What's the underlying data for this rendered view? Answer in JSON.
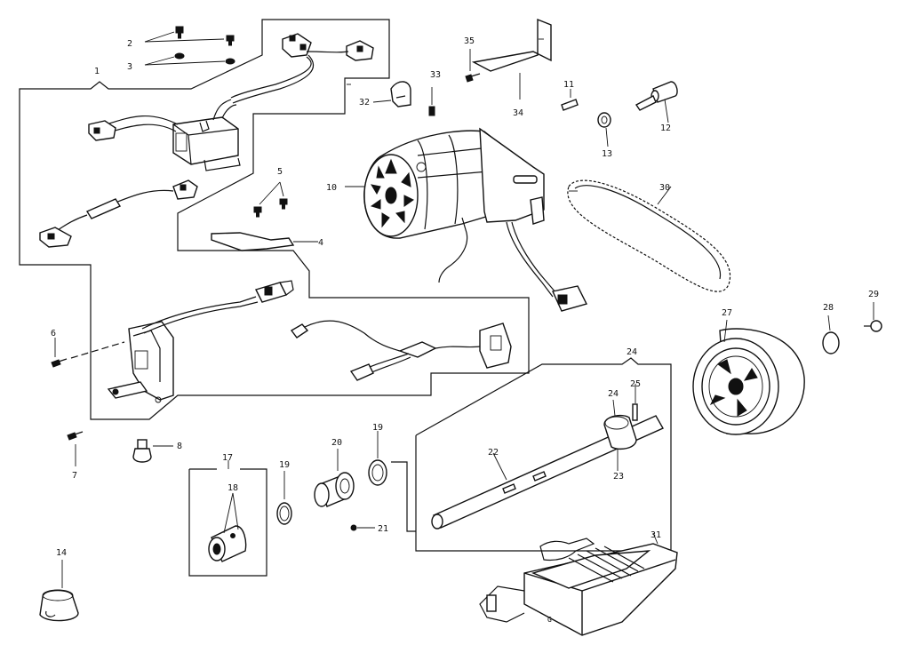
{
  "diagram": {
    "labels": [
      {
        "id": "1",
        "text": "1"
      },
      {
        "id": "2",
        "text": "2"
      },
      {
        "id": "3",
        "text": "3"
      },
      {
        "id": "4",
        "text": "4"
      },
      {
        "id": "5",
        "text": "5"
      },
      {
        "id": "6",
        "text": "6"
      },
      {
        "id": "7",
        "text": "7"
      },
      {
        "id": "8",
        "text": "8"
      },
      {
        "id": "10",
        "text": "10"
      },
      {
        "id": "11",
        "text": "11"
      },
      {
        "id": "12",
        "text": "12"
      },
      {
        "id": "13",
        "text": "13"
      },
      {
        "id": "14",
        "text": "14"
      },
      {
        "id": "17",
        "text": "17"
      },
      {
        "id": "18",
        "text": "18"
      },
      {
        "id": "19a",
        "text": "19"
      },
      {
        "id": "19b",
        "text": "19"
      },
      {
        "id": "20",
        "text": "20"
      },
      {
        "id": "21",
        "text": "21"
      },
      {
        "id": "22",
        "text": "22"
      },
      {
        "id": "23",
        "text": "23"
      },
      {
        "id": "24a",
        "text": "24"
      },
      {
        "id": "24b",
        "text": "24"
      },
      {
        "id": "25",
        "text": "25"
      },
      {
        "id": "27",
        "text": "27"
      },
      {
        "id": "28",
        "text": "28"
      },
      {
        "id": "29",
        "text": "29"
      },
      {
        "id": "30",
        "text": "30"
      },
      {
        "id": "31",
        "text": "31"
      },
      {
        "id": "32",
        "text": "32"
      },
      {
        "id": "33",
        "text": "33"
      },
      {
        "id": "34",
        "text": "34"
      },
      {
        "id": "35",
        "text": "35"
      }
    ]
  }
}
